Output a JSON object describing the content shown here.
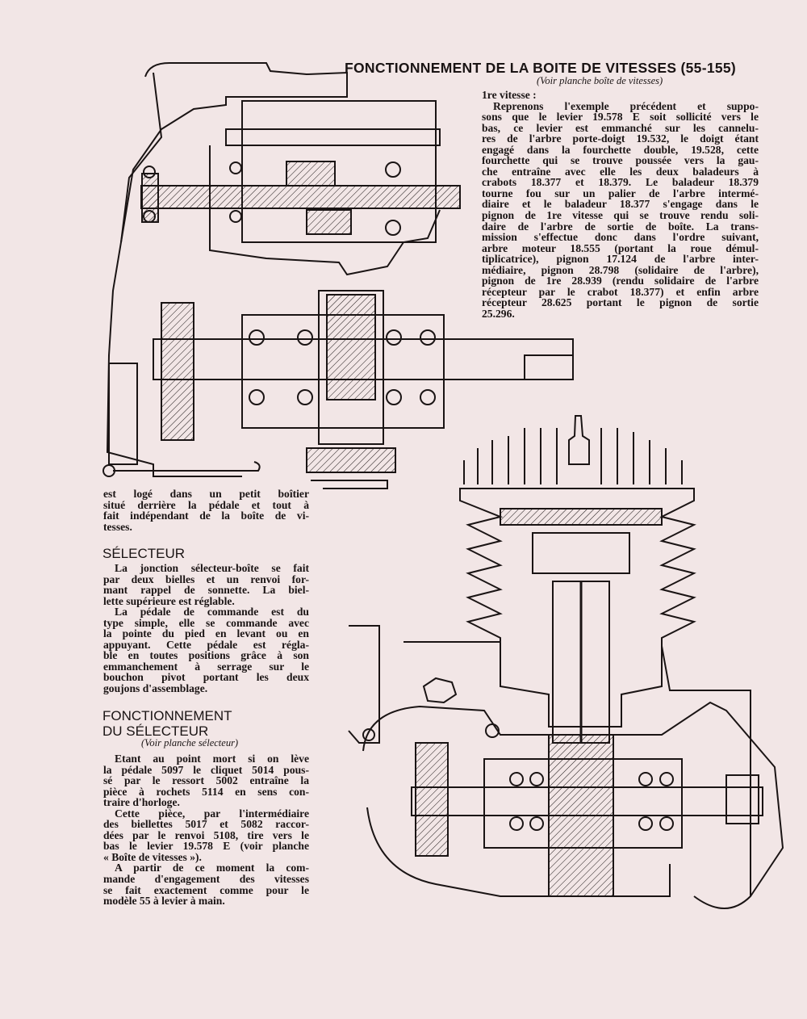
{
  "header": {
    "title": "FONCTIONNEMENT DE LA BOITE DE VITESSES (55-155)",
    "subtitle": "(Voir planche boîte de vitesses)"
  },
  "right_column": {
    "heading": "1re vitesse :",
    "lines": [
      "Reprenons l'exemple précédent et suppo-",
      "sons que le levier 19.578 E soit sollicité vers le",
      "bas, ce levier est emmanché sur les cannelu-",
      "res de l'arbre porte-doigt 19.532, le doigt étant",
      "engagé dans la fourchette double, 19.528, cette",
      "fourchette qui se trouve poussée vers la gau-",
      "che entraîne avec elle les deux baladeurs à",
      "crabots 18.377 et 18.379. Le baladeur 18.379",
      "tourne fou sur un palier de l'arbre intermé-",
      "diaire et le baladeur 18.377 s'engage dans le",
      "pignon de 1re vitesse qui se trouve rendu soli-",
      "daire de l'arbre de sortie de boîte. La trans-",
      "mission s'effectue donc dans l'ordre suivant,",
      "arbre moteur 18.555 (portant la roue démul-",
      "tiplicatrice), pignon 17.124 de l'arbre inter-",
      "médiaire, pignon 28.798 (solidaire de l'arbre),",
      "pignon de 1re 28.939 (rendu solidaire de l'arbre",
      "récepteur par le crabot 18.377) et enfin arbre",
      "récepteur 28.625 portant le pignon de sortie",
      "25.296."
    ]
  },
  "left_column": {
    "intro_lines": [
      "est logé dans un petit boîtier",
      "situé derrière la pédale et tout à",
      "fait indépendant de la boîte de vi-",
      "tesses."
    ],
    "selecteur": {
      "heading": "SÉLECTEUR",
      "para1": [
        "La jonction sélecteur-boîte se fait",
        "par deux bielles et un renvoi for-",
        "mant rappel de sonnette. La biel-",
        "lette supérieure est réglable."
      ],
      "para2": [
        "La pédale de commande est du",
        "type simple, elle se commande avec",
        "la pointe du pied en levant ou en",
        "appuyant. Cette pédale est régla-",
        "ble en toutes positions grâce à son",
        "emmanchement à serrage sur le",
        "bouchon pivot portant les deux",
        "goujons d'assemblage."
      ]
    },
    "fonctionnement": {
      "heading_1": "FONCTIONNEMENT",
      "heading_2": "DU SÉLECTEUR",
      "subtitle": "(Voir planche sélecteur)",
      "para1": [
        "Etant au point mort si on lève",
        "la pédale 5097 le cliquet 5014 pous-",
        "sé par le ressort 5002 entraîne la",
        "pièce à rochets 5114 en sens con-",
        "traire d'horloge."
      ],
      "para2": [
        "Cette pièce, par l'intermédiaire",
        "des biellettes 5017 et 5082 raccor-",
        "dées par le renvoi 5108, tire vers le",
        "bas le levier 19.578 E (voir planche",
        "« Boîte de vitesses »)."
      ],
      "para3": [
        "A partir de ce moment la com-",
        "mande d'engagement des vitesses",
        "se fait exactement comme pour le",
        "modèle 55 à levier à main."
      ]
    }
  },
  "colors": {
    "paper": "#f2e6e6",
    "ink": "#1a1414"
  }
}
